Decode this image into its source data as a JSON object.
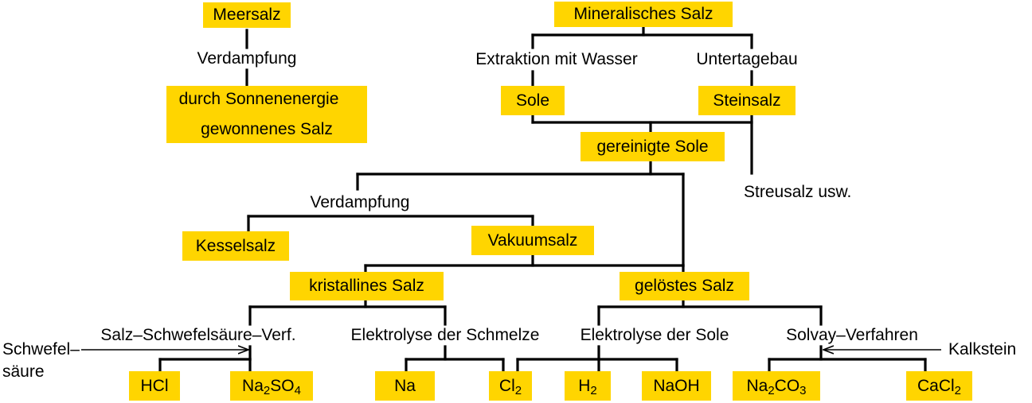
{
  "colors": {
    "box": "#FFD500",
    "line": "#000000"
  },
  "nodes": {
    "meersalz": "Meersalz",
    "verdampfung_top": "Verdampfung",
    "sonnensalz_line1": "durch Sonnenenergie",
    "sonnensalz_line2": "gewonnenes Salz",
    "mineralisches_salz": "Mineralisches Salz",
    "extraktion": "Extraktion mit Wasser",
    "untertagebau": "Untertagebau",
    "sole": "Sole",
    "steinsalz": "Steinsalz",
    "gereinigte_sole": "gereinigte Sole",
    "streusalz": "Streusalz usw.",
    "verdampfung_mid": "Verdampfung",
    "kesselsalz": "Kesselsalz",
    "vakuumsalz": "Vakuumsalz",
    "kristallines_salz": "kristallines Salz",
    "geloestes_salz": "gelöstes Salz",
    "salz_schwefelsaeure_verf": "Salz–Schwefelsäure–Verf.",
    "elektrolyse_schmelze": "Elektrolyse der Schmelze",
    "elektrolyse_sole": "Elektrolyse der Sole",
    "solvay_verfahren": "Solvay–Verfahren",
    "schwefel_line1": "Schwefel–",
    "schwefel_line2": "säure",
    "kalkstein": "Kalkstein",
    "hcl": "HCl",
    "na2so4": {
      "a": "Na",
      "b": "2",
      "c": "SO",
      "d": "4"
    },
    "na": "Na",
    "cl2": {
      "a": "Cl",
      "b": "2"
    },
    "h2": {
      "a": "H",
      "b": "2"
    },
    "naoh": "NaOH",
    "na2co3": {
      "a": "Na",
      "b": "2",
      "c": "CO",
      "d": "3"
    },
    "cacl2": {
      "a": "CaCl",
      "b": "2"
    }
  }
}
